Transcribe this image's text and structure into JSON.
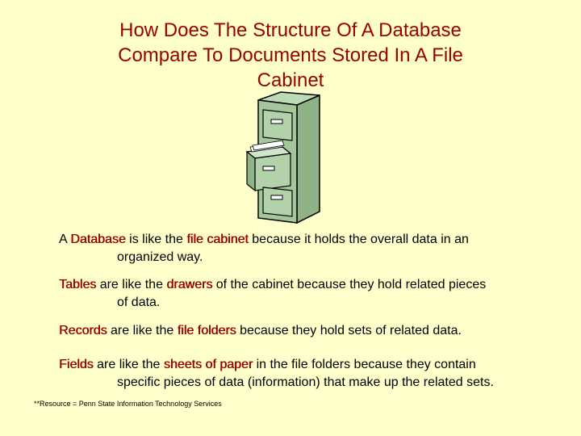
{
  "title": {
    "line1": "How Does The Structure Of A Database",
    "line2": "Compare To  Documents Stored In  A File",
    "line3": "Cabinet"
  },
  "image": {
    "icon": "file-cabinet-icon"
  },
  "paragraphs": [
    {
      "p0": "A ",
      "k1": "Database",
      "p1": " is like the ",
      "k2": "file cabinet",
      "p2": " because it holds the overall data in an",
      "line2": "organized way."
    },
    {
      "k1": "Tables",
      "p1": " are like the ",
      "k2": "drawers",
      "p2": " of the cabinet because they hold related pieces",
      "line2": "of data."
    },
    {
      "k1": "Records",
      "p1": " are like the ",
      "k2": "file folders",
      "p2": " because they hold sets of related data."
    },
    {
      "k1": "Fields",
      "p1": " are like the ",
      "k2": "sheets of paper",
      "p2": " in the file folders because they contain",
      "line2": "specific pieces of data (information) that make up the related sets."
    }
  ],
  "footnote": "**Resource =  Penn State Information Technology Services",
  "colors": {
    "background": "#ffffcc",
    "accent": "#990000",
    "cabinet": "#a3c79a"
  }
}
